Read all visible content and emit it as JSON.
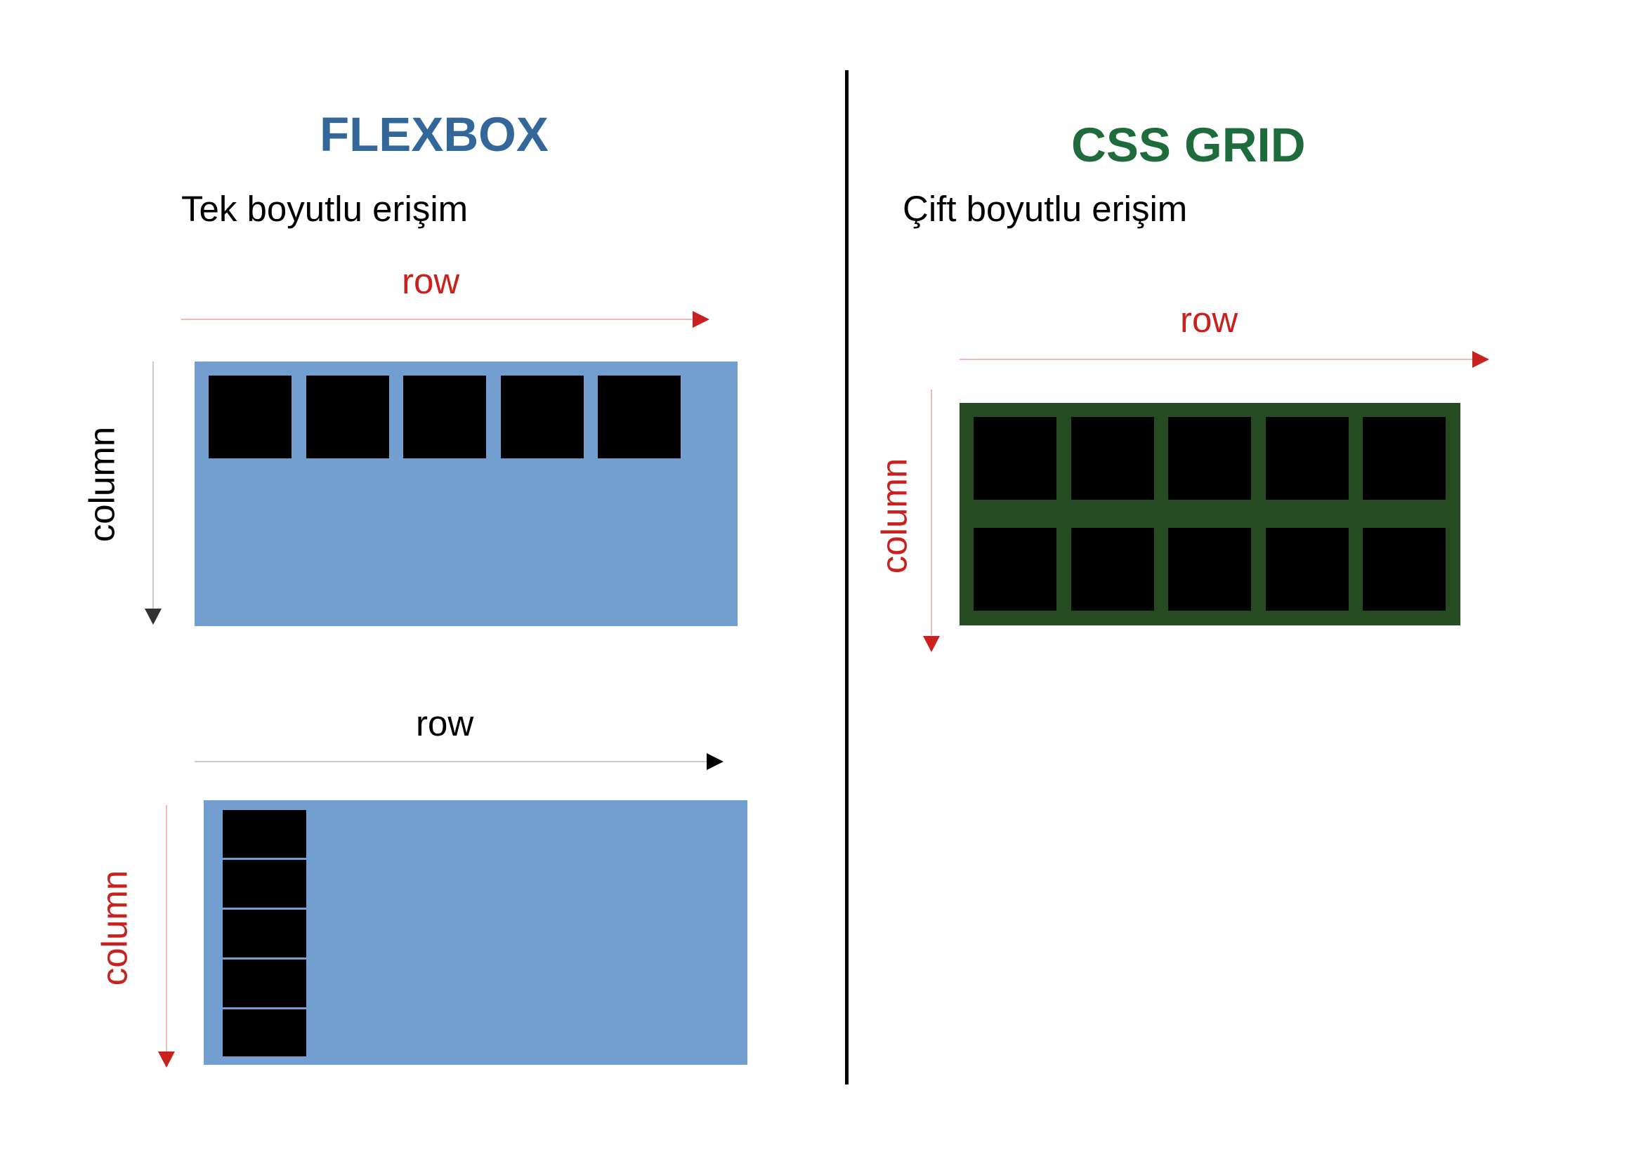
{
  "flexbox": {
    "title": "FLEXBOX",
    "subtitle": "Tek boyutlu erişim",
    "row_top_label": "row",
    "column_top_label": "column",
    "row_bottom_label": "row",
    "column_bottom_label": "column"
  },
  "grid": {
    "title": "CSS GRID",
    "subtitle": "Çift boyutlu erişim",
    "row_label": "row",
    "column_label": "column"
  },
  "colors": {
    "flexbox_title": "#336699",
    "grid_title": "#1e6b3c",
    "accent_red": "#c9211e",
    "flex_container": "#729fcf",
    "grid_container": "#264b22",
    "item": "#000000",
    "divider": "#000000"
  }
}
